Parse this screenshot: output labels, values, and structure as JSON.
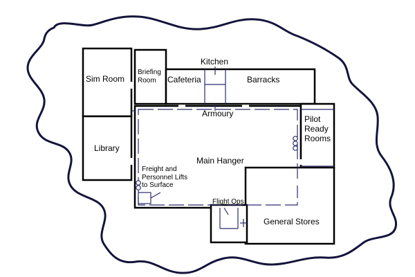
{
  "colors": {
    "background": "#ffffff",
    "cave_outline": "#14143c",
    "walls": "#000000",
    "interior_lines": "#2a2a6e"
  },
  "rooms": {
    "sim_room": "Sim Room",
    "briefing_room": "Briefing\nRoom",
    "cafeteria": "Cafeteria",
    "kitchen": "Kitchen",
    "barracks": "Barracks",
    "armoury": "Armoury",
    "library": "Library",
    "main_hanger": "Main Hanger",
    "pilot_ready_rooms": "Pilot\nReady\nRooms",
    "freight_lifts": "Freight and\nPersonnel Lifts\nto Surface",
    "flight_ops": "Flight Ops",
    "general_stores": "General Stores"
  }
}
